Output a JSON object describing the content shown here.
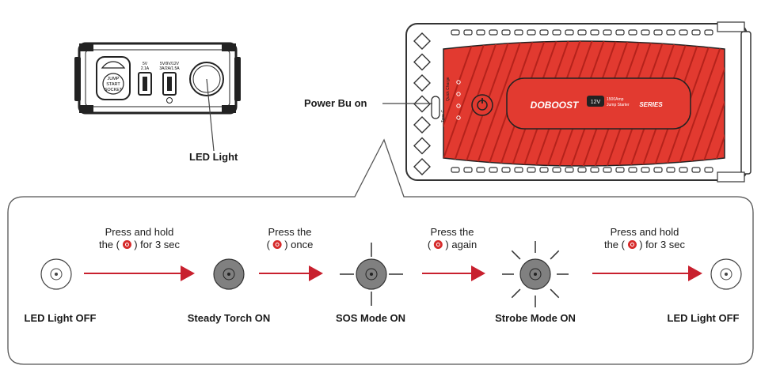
{
  "callouts": {
    "power_button": "Power Bu  on",
    "led_light": "LED Light"
  },
  "front_panel": {
    "jump_start_socket": [
      "JUMP",
      "START",
      "SOCKET"
    ],
    "usb1": [
      "5V",
      "2.1A"
    ],
    "usb2": [
      "5V/9V/12V",
      "3A/2A/1.5A"
    ]
  },
  "device": {
    "brand": "DOBOOST",
    "spec_badge": "12V",
    "spec_lines": [
      "1500Amp",
      "Jump Starter"
    ],
    "series": "SERIES",
    "side_labels": [
      "Type-C",
      "Quick Charge"
    ]
  },
  "steps": [
    {
      "state": "LED Light OFF"
    },
    {
      "state": "Steady Torch ON"
    },
    {
      "state": "SOS Mode ON"
    },
    {
      "state": "Strobe Mode ON"
    },
    {
      "state": "LED Light OFF"
    }
  ],
  "transitions": [
    {
      "line1": "Press and hold",
      "pre": "the (",
      "post": ") for 3 sec"
    },
    {
      "line1": "Press the",
      "pre": "(",
      "post": ") once"
    },
    {
      "line1": "Press the",
      "pre": "(",
      "post": ") again"
    },
    {
      "line1": "Press and hold",
      "pre": "the (",
      "post": ") for  3 sec"
    }
  ],
  "colors": {
    "accent_red": "#d62b2b",
    "device_red": "#e23a30",
    "arrow_red": "#c8202e",
    "led_on_gray": "#808080",
    "outline": "#333333"
  }
}
